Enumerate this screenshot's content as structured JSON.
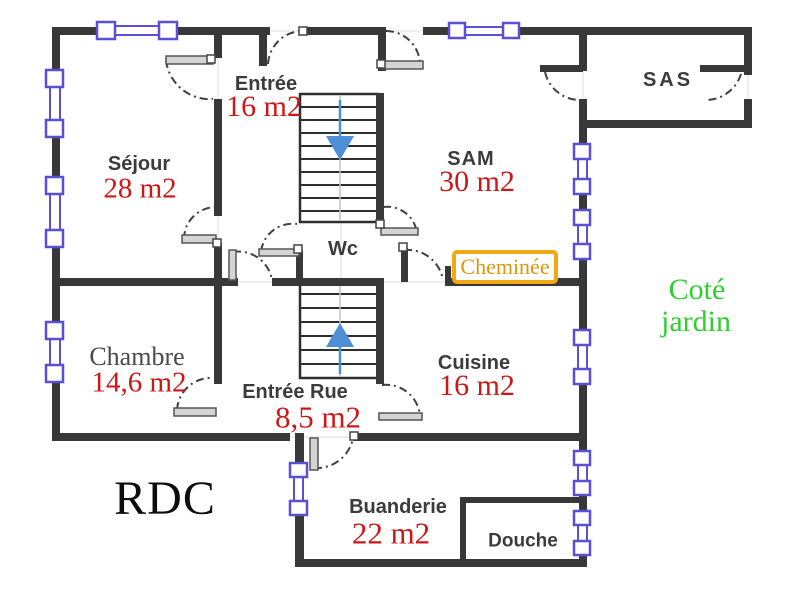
{
  "plan": {
    "floor_label": "RDC",
    "side_note": {
      "line1": "Coté",
      "line2": "jardin"
    },
    "chimney_label": "Cheminée",
    "rooms": [
      {
        "id": "sejour",
        "name": "Séjour",
        "area": "28 m2"
      },
      {
        "id": "entree",
        "name": "Entrée",
        "area": "16 m2"
      },
      {
        "id": "sam",
        "name": "SAM",
        "area": "30 m2"
      },
      {
        "id": "sas",
        "name": "SAS",
        "area": ""
      },
      {
        "id": "wc",
        "name": "Wc",
        "area": ""
      },
      {
        "id": "chambre",
        "name": "Chambre",
        "area": "14,6 m2"
      },
      {
        "id": "cuisine",
        "name": "Cuisine",
        "area": "16 m2"
      },
      {
        "id": "entree_rue",
        "name": "Entrée Rue",
        "area": "8,5 m2"
      },
      {
        "id": "buanderie",
        "name": "Buanderie",
        "area": "22 m2"
      },
      {
        "id": "douche",
        "name": "Douche",
        "area": ""
      }
    ],
    "stairs": [
      {
        "id": "stairs-upper",
        "direction": "down"
      },
      {
        "id": "stairs-lower",
        "direction": "up"
      }
    ],
    "colors": {
      "wall": "#383838",
      "area_text_red": "#cc1818",
      "room_name_gray": "#3b3b3b",
      "garden_green": "#2ed02e",
      "chimney_orange_border": "#f2a716",
      "chimney_orange_text": "#d8980e",
      "window_purple": "#5b4fd6",
      "stair_arrow_blue": "#4d8fd6"
    }
  }
}
